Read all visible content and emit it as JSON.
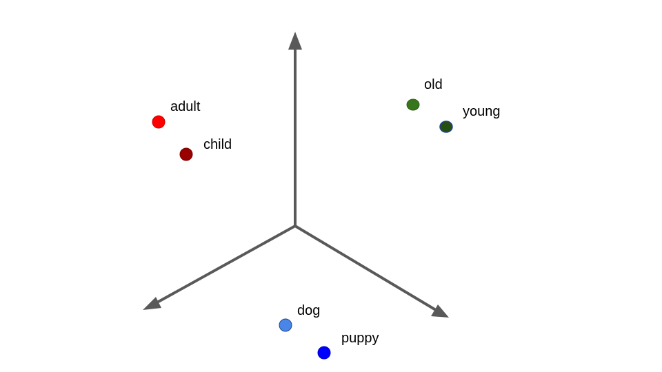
{
  "colors": {
    "axis": "#595959",
    "background": "#ffffff"
  },
  "points": [
    {
      "id": "adult",
      "label": "adult",
      "fill": "#ff0000",
      "stroke": "#cc0000"
    },
    {
      "id": "child",
      "label": "child",
      "fill": "#990000",
      "stroke": "#7a0000"
    },
    {
      "id": "old",
      "label": "old",
      "fill": "#38761d",
      "stroke": "#2d5f17"
    },
    {
      "id": "young",
      "label": "young",
      "fill": "#274e13",
      "stroke": "#1c4587"
    },
    {
      "id": "dog",
      "label": "dog",
      "fill": "#4a86e8",
      "stroke": "#1c4587"
    },
    {
      "id": "puppy",
      "label": "puppy",
      "fill": "#0000ff",
      "stroke": "#0000cc"
    }
  ]
}
